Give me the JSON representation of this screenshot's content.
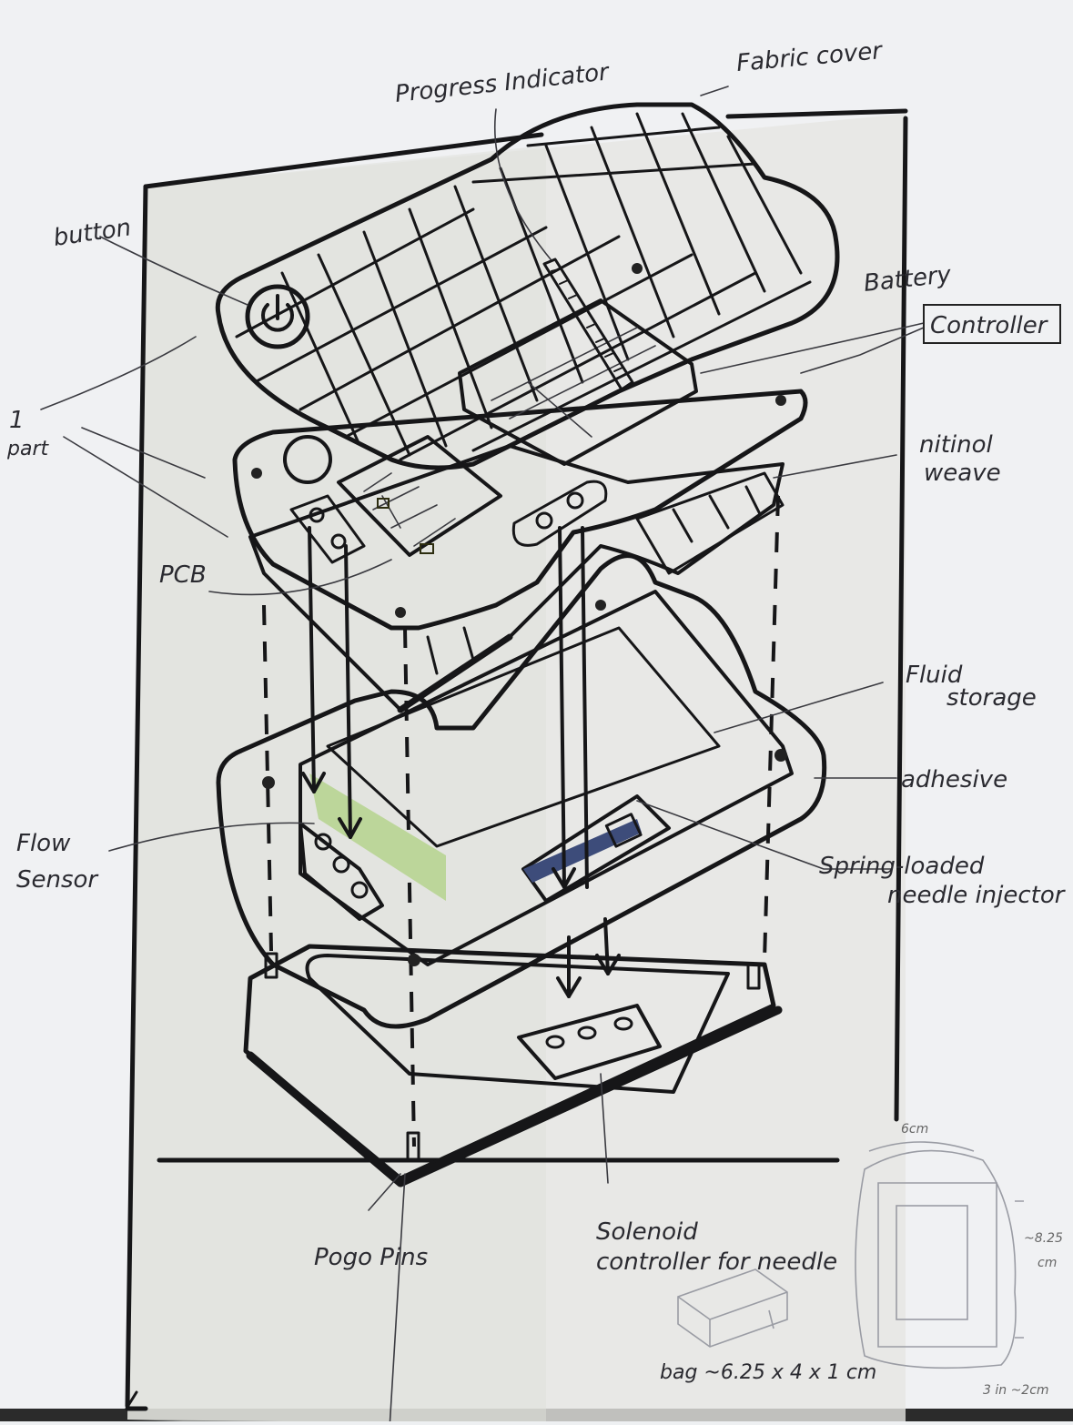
{
  "labels": {
    "progress_indicator": "Progress Indicator",
    "fabric_cover": "Fabric cover",
    "button": "button",
    "battery": "Battery",
    "controller": "Controller",
    "part_1": "1",
    "part_text": "part",
    "nitinol_line1": "nitinol",
    "nitinol_line2": "weave",
    "pcb": "PCB",
    "fluid_line1": "Fluid",
    "fluid_line2": "storage",
    "adhesive": "adhesive",
    "flow_line1": "Flow",
    "flow_line2": "Sensor",
    "spring_line1": "Spring-loaded",
    "spring_line2": "needle injector",
    "pogo_pins": "Pogo Pins",
    "solenoid_line1": "Solenoid",
    "solenoid_line2": "controller for needle",
    "bag_dims": "bag ~6.25 x 4 x 1 cm",
    "dim_width": "6cm",
    "dim_height_line1": "~8.25",
    "dim_height_line2": "cm",
    "dim_depth": "3 in ~2cm"
  },
  "colors": {
    "ink": "#161618",
    "pcb_olive": "#9a9a2c",
    "wash_blue": "#bcd9ea",
    "wash_green": "#cfe3b2",
    "wash_orange": "#efc79a",
    "connector_pink": "#c9a4c4",
    "solenoid_orange": "#e3a06e"
  },
  "icons": {
    "power": "power-icon"
  }
}
